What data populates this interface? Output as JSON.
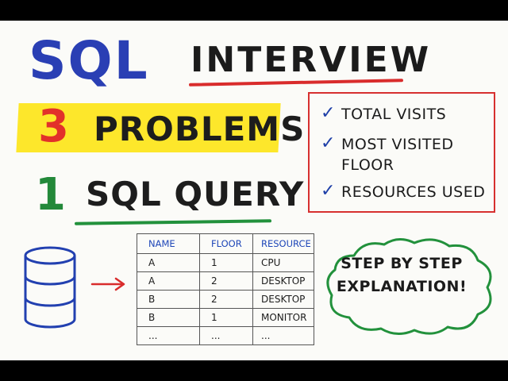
{
  "title": {
    "sql": "SQL",
    "interview": "INTERVIEW",
    "three": "3",
    "problems": "PROBLEMS",
    "one": "1",
    "query": "SQL QUERY"
  },
  "checklist": {
    "items": [
      {
        "line1": "TOTAL VISITS",
        "line2": ""
      },
      {
        "line1": "MOST VISITED",
        "line2": "FLOOR"
      },
      {
        "line1": "RESOURCES USED",
        "line2": ""
      }
    ]
  },
  "table": {
    "headers": [
      "NAME",
      "FLOOR",
      "RESOURCE"
    ],
    "rows": [
      [
        "A",
        "1",
        "CPU"
      ],
      [
        "A",
        "2",
        "DESKTOP"
      ],
      [
        "B",
        "2",
        "DESKTOP"
      ],
      [
        "B",
        "1",
        "MONITOR"
      ],
      [
        "...",
        "...",
        "..."
      ]
    ]
  },
  "callout": {
    "line1": "STEP BY STEP",
    "line2": "EXPLANATION!"
  },
  "colors": {
    "blue": "#2a3fb4",
    "red": "#d92c2c",
    "green": "#22913c",
    "yellow": "#fde72b"
  },
  "icons": [
    "database-icon",
    "right-arrow-icon",
    "checkmark-icon",
    "cloud-bubble"
  ]
}
